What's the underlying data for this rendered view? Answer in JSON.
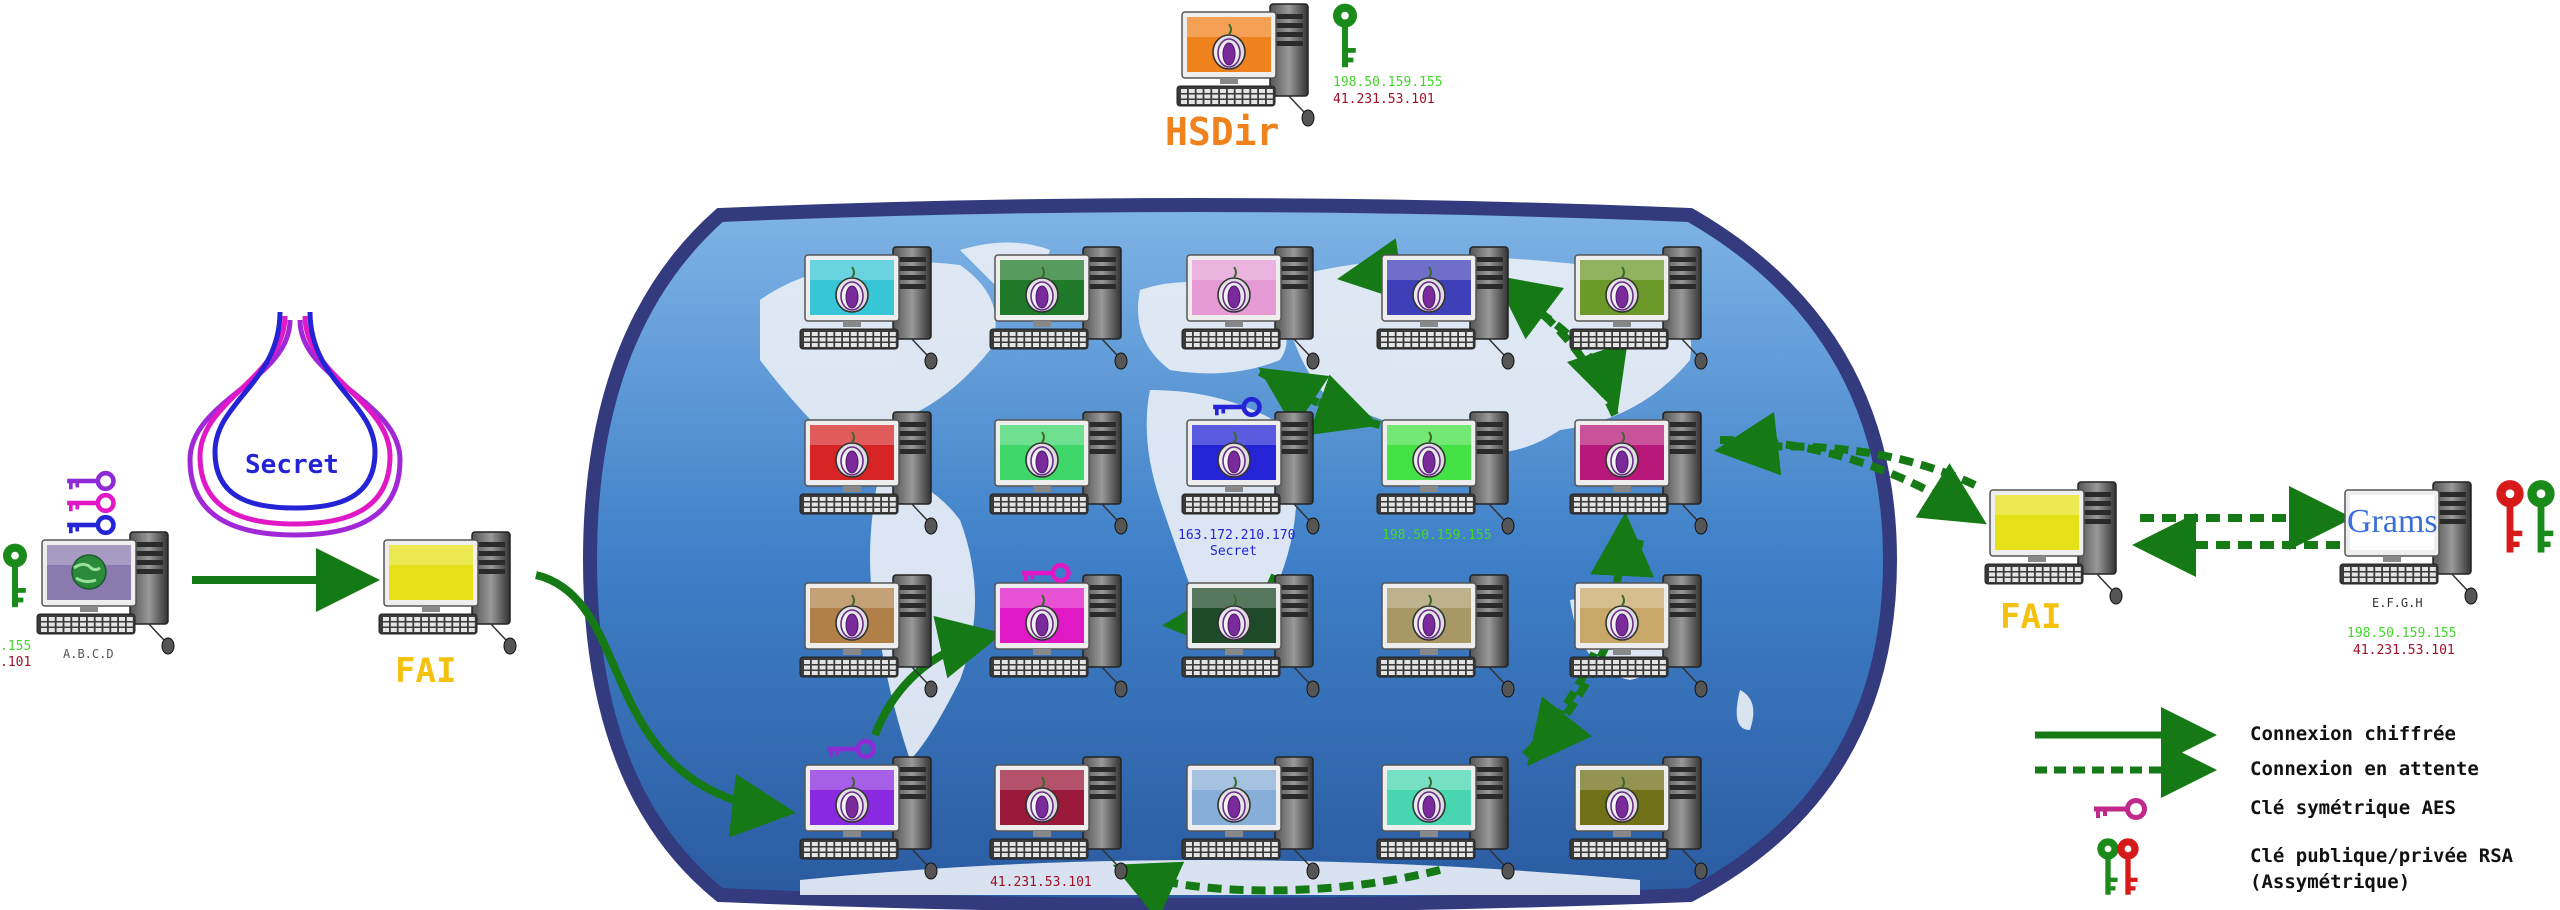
{
  "hsdir": {
    "title": "HSDir",
    "ip_green": "198.50.159.155",
    "ip_red": "41.231.53.101"
  },
  "client": {
    "label": "A.B.C.D",
    "ip_green": ".155",
    "ip_red": ".101",
    "secret_label": "Secret"
  },
  "isp_left": {
    "label": "FAI"
  },
  "isp_right": {
    "label": "FAI"
  },
  "server": {
    "brand": "Grams",
    "label": "E.F.G.H",
    "ip_green": "198.50.159.155",
    "ip_red": "41.231.53.101"
  },
  "relay_labels": {
    "center_ip": "163.172.210.170",
    "center_secret": "Secret",
    "green_ip": "198.50.159.155",
    "bottom_ip": "41.231.53.101"
  },
  "legend": {
    "encrypted": "Connexion chiffrée",
    "pending": "Connexion en attente",
    "aes": "Clé symétrique AES",
    "rsa_line1": "Clé publique/privée RSA",
    "rsa_line2": "(Assymétrique)"
  },
  "colors": {
    "encrypted": "#157a15",
    "pending": "#157a15",
    "fai": "#f4c20d",
    "hsdir": "#f0821e",
    "map_ocean": "#3a78c0",
    "map_border": "#3a3f8a",
    "ip_green": "#44d62c",
    "ip_red": "#a0102a"
  },
  "relays": [
    {
      "color": "#37c6d6"
    },
    {
      "color": "#1f7a2a"
    },
    {
      "color": "#e59ad6"
    },
    {
      "color": "#3f3fb8"
    },
    {
      "color": "#6c9a2a"
    },
    {
      "color": "#d62424"
    },
    {
      "color": "#3fd66a"
    },
    {
      "color": "#2424d6"
    },
    {
      "color": "#44e244"
    },
    {
      "color": "#b8187a"
    },
    {
      "color": "#b08048"
    },
    {
      "color": "#e018c6"
    },
    {
      "color": "#1f4a2a"
    },
    {
      "color": "#a89868"
    },
    {
      "color": "#c8a868"
    },
    {
      "color": "#8a2ae0"
    },
    {
      "color": "#9a1838"
    },
    {
      "color": "#86aed6"
    },
    {
      "color": "#48d6b0"
    },
    {
      "color": "#707018"
    }
  ],
  "icons": [
    "onion-icon",
    "key-icon",
    "globe-icon"
  ]
}
